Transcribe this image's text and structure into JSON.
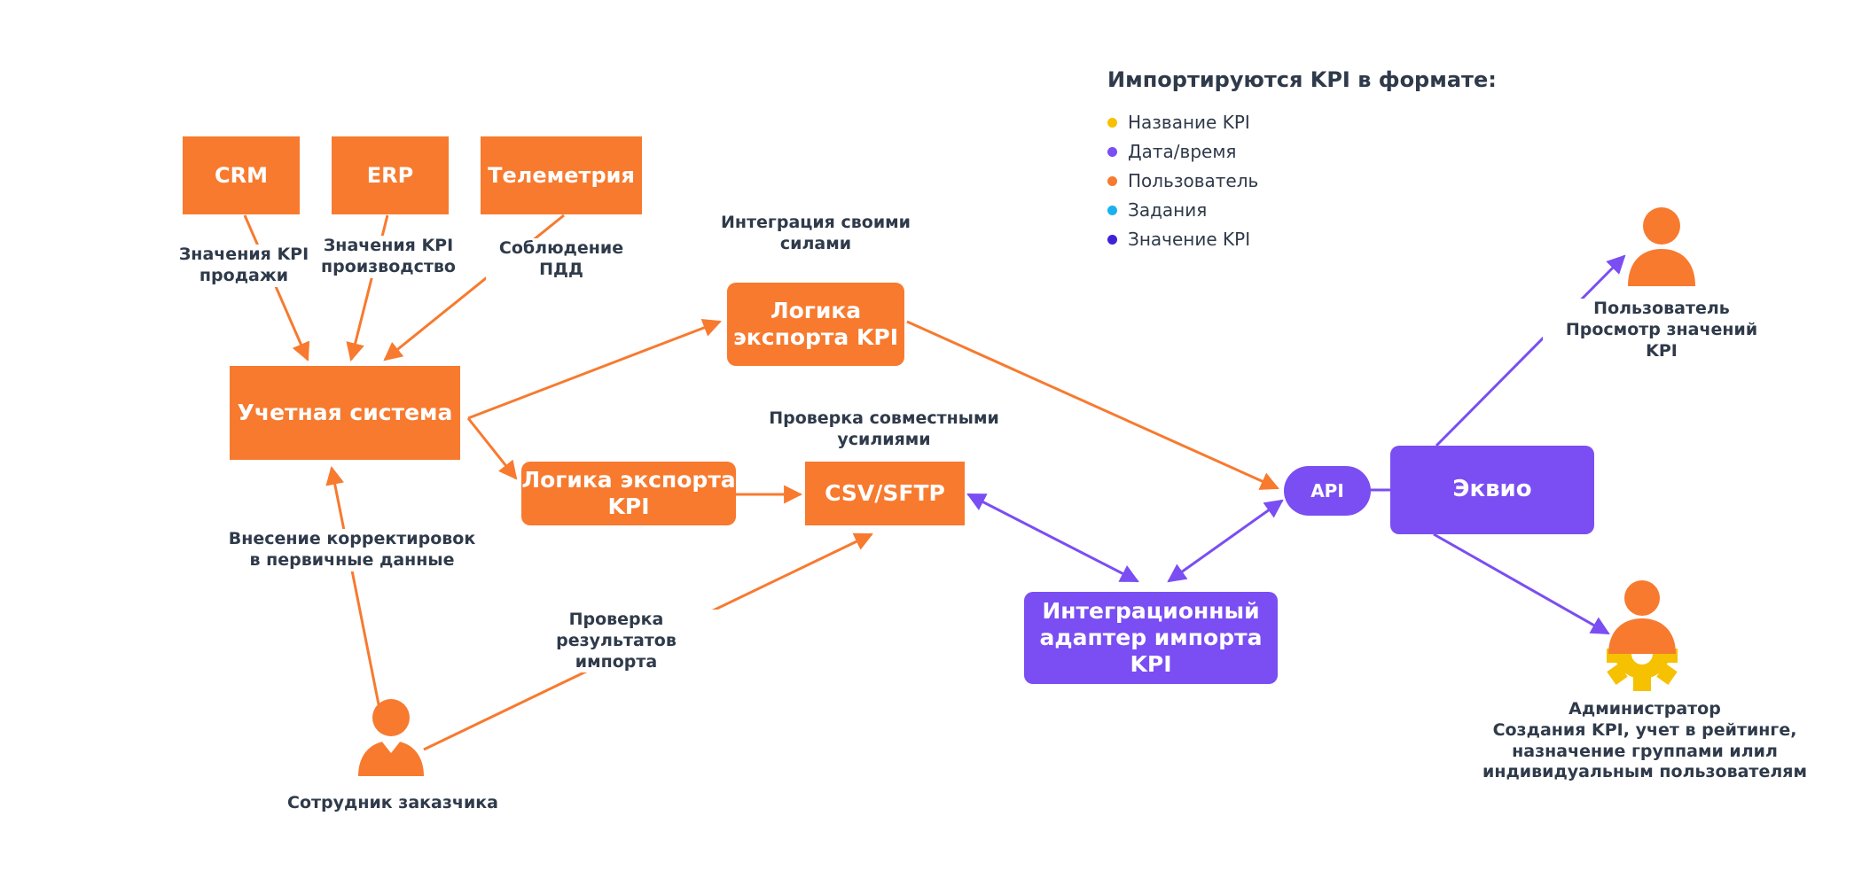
{
  "legend": {
    "title": "Импортируются KPI в формате:",
    "items": [
      {
        "label": "Название KPI",
        "color": "#f5c100"
      },
      {
        "label": "Дата/время",
        "color": "#7a4ef2"
      },
      {
        "label": "Пользователь",
        "color": "#f77a2f"
      },
      {
        "label": "Задания",
        "color": "#1ab1ef"
      },
      {
        "label": "Значение KPI",
        "color": "#3f22d8"
      }
    ]
  },
  "sources": {
    "crm": "CRM",
    "erp": "ERP",
    "telemetry": "Телеметрия"
  },
  "source_labels": {
    "crm": "Значения KPI\nпродажи",
    "erp": "Значения KPI\nпроизводство",
    "telemetry": "Соблюдение\nПДД"
  },
  "nodes": {
    "accounting_system": "Учетная система",
    "export_logic_top": "Логика\nэкспорта KPI",
    "export_logic_bottom": "Логика экспорта\nKPI",
    "csv_sftp": "CSV/SFTP",
    "integration_adapter": "Интеграционный\nадаптер импорта\nKPI",
    "api": "API",
    "ekvio": "Эквио"
  },
  "labels": {
    "self_integration": "Интеграция своими\nсилами",
    "joint_check": "Проверка совместными\nусилиями",
    "corrections": "Внесение корректировок\nв первичные данные",
    "import_check": "Проверка результатов\nимпорта"
  },
  "actors": {
    "customer_employee": "Сотрудник заказчика",
    "user": "Пользователь\nПросмотр значений\nKPI",
    "admin": "Администратор\nСоздания KPI, учет в рейтинге,\nназначение группами илил\nиндивидуальным пользователям"
  },
  "colors": {
    "orange": "#f77a2f",
    "purple": "#7a4ef2",
    "gear": "#f5c100",
    "text": "#2f3a4a"
  }
}
